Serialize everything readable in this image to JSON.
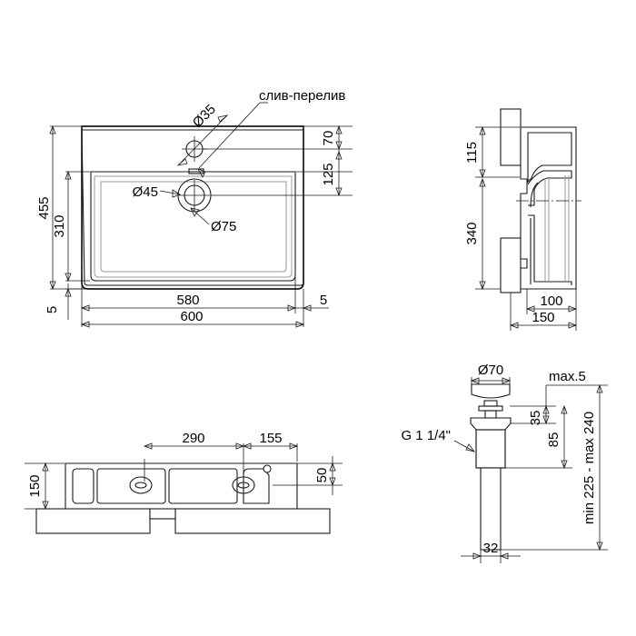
{
  "document": {
    "type": "technical-drawing",
    "subject": "Rectangular washbasin with pop-up drain valve",
    "units": "mm",
    "line_color": "#1a1a1a",
    "background_color": "#ffffff",
    "views": [
      "top-view",
      "right-section-view",
      "front-section-view",
      "drain-valve-detail"
    ]
  },
  "top_view": {
    "name": "top-view",
    "annotations": {
      "overflow_label": "слив-перелив",
      "tap_hole_label": "Ø35",
      "drain_inner_label": "Ø45",
      "drain_outer_label": "Ø75"
    },
    "dimensions": {
      "overall_width": "600",
      "bowl_width": "580",
      "edge_right": "5",
      "overall_depth": "455",
      "bowl_depth": "310",
      "edge_bottom": "5",
      "back_to_taphole": "70",
      "taphole_to_bowl": "125"
    }
  },
  "side_view": {
    "name": "right-section-view",
    "dimensions": {
      "top_height": "115",
      "body_height": "340",
      "inner_depth": "100",
      "overall_depth": "150"
    }
  },
  "front_view": {
    "name": "front-section-view",
    "dimensions": {
      "height": "150",
      "rim_height": "50",
      "left_span": "290",
      "right_span": "155"
    }
  },
  "valve_detail": {
    "name": "drain-valve-detail",
    "annotations": {
      "cap_diameter": "Ø70",
      "thread_spec": "G 1 1/4\"",
      "max_gap": "max.5"
    },
    "dimensions": {
      "neck_height": "35",
      "body_height": "85",
      "total_length": "min 225 - max 240",
      "tube_diameter": "32"
    }
  }
}
